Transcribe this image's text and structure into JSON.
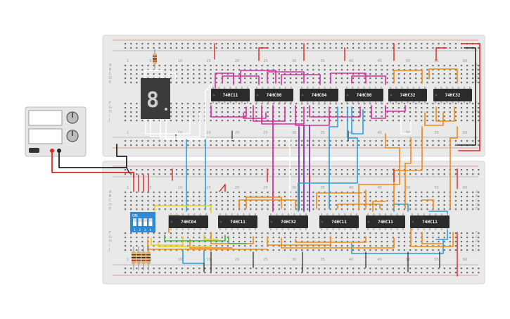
{
  "colors": {
    "breadboard": "#e9e9e9",
    "hole": "#6e6e6e",
    "rail_red": "#e02424",
    "rail_dark": "#333333",
    "chip": "#2b2b2b",
    "wire_magenta": "#d1309a",
    "wire_purple": "#7a3aa8",
    "wire_blue": "#2a9fd6",
    "wire_orange": "#f08a12",
    "wire_yellow": "#e8d21c",
    "wire_green": "#3db240",
    "wire_white": "#ffffff",
    "wire_black": "#222222",
    "dip_switch": "#2d8ad6"
  },
  "power_supply": {
    "knob1_icon": "knob-icon",
    "knob2_icon": "knob-icon"
  },
  "top_chips": [
    {
      "label": "74HC11"
    },
    {
      "label": "74HC08"
    },
    {
      "label": "74HC04"
    },
    {
      "label": "74HC08"
    },
    {
      "label": "74HC32"
    },
    {
      "label": "74HC32"
    }
  ],
  "bottom_chips": [
    {
      "label": "74HC04"
    },
    {
      "label": "74HC11"
    },
    {
      "label": "74HC32"
    },
    {
      "label": "74HC11"
    },
    {
      "label": "74HC11"
    },
    {
      "label": "74HC11"
    }
  ],
  "dip_switch": {
    "on_label": "ON",
    "positions": [
      "1",
      "2",
      "3",
      "4"
    ]
  },
  "seven_segment": {
    "digit": "8"
  },
  "top_board": {
    "col_numbers": [
      "1",
      "5",
      "10",
      "15",
      "20",
      "25",
      "30",
      "35",
      "40",
      "45",
      "50",
      "55",
      "60"
    ],
    "row_letters_left": [
      "A",
      "B",
      "C",
      "D",
      "E",
      "F",
      "G",
      "H",
      "I",
      "J"
    ]
  },
  "bottom_board": {
    "col_numbers": [
      "1",
      "5",
      "10",
      "15",
      "20",
      "25",
      "30",
      "35",
      "40",
      "45",
      "50",
      "55",
      "60"
    ],
    "row_letters_left": [
      "A",
      "B",
      "C",
      "D",
      "E",
      "F",
      "G",
      "H",
      "I",
      "J"
    ]
  }
}
